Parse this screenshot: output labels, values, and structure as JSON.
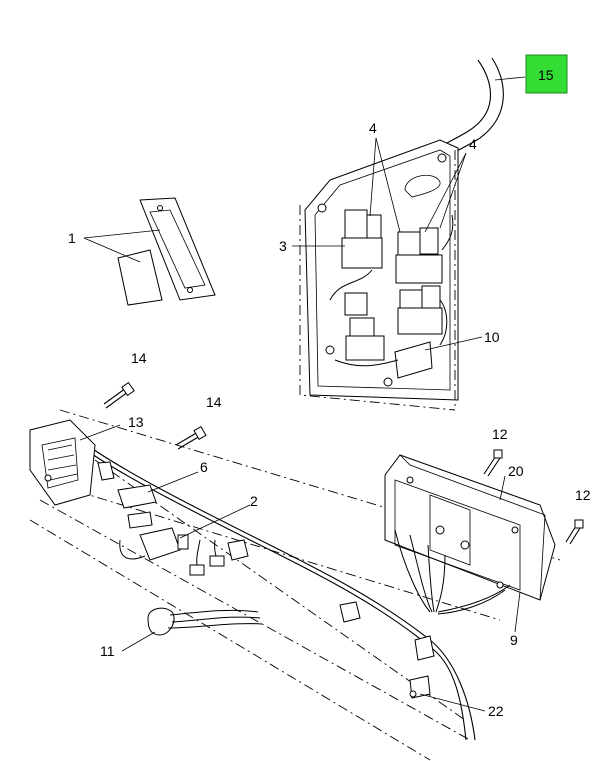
{
  "callouts": {
    "c1": "1",
    "c2": "2",
    "c3": "3",
    "c4a": "4",
    "c4b": "4",
    "c6": "6",
    "c9": "9",
    "c10": "10",
    "c11": "11",
    "c12a": "12",
    "c12b": "12",
    "c13": "13",
    "c14a": "14",
    "c14b": "14",
    "c15": "15",
    "c20": "20",
    "c22": "22"
  },
  "highlight": {
    "label": "15",
    "color": "#33dd33"
  }
}
